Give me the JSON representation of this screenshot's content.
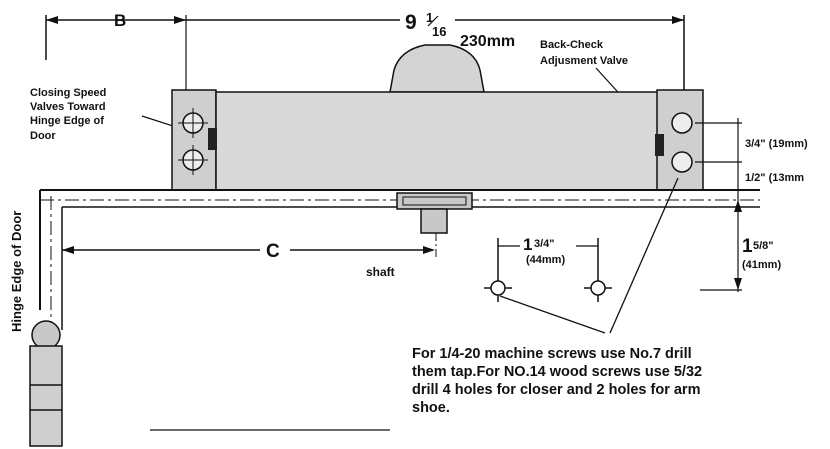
{
  "labels": {
    "dim_b": "B",
    "dim_c": "C",
    "dim_overall_whole": "9",
    "dim_overall_num": "1",
    "dim_overall_den": "16",
    "dim_overall_mm": "230mm",
    "back_check_line1": "Back-Check",
    "back_check_line2": "Adjusment Valve",
    "closing_speed_line1": "Closing Speed",
    "closing_speed_line2": "Valves Toward",
    "closing_speed_line3": "Hinge Edge of",
    "closing_speed_line4": "Door",
    "dim_three_quarter": "3/4\" (19mm)",
    "dim_half": "1/2\" (13mm",
    "dim_1_5_8_whole": "1",
    "dim_1_5_8_frac": "5/8\"",
    "dim_41mm": "(41mm)",
    "dim_1_3_4_whole": "1",
    "dim_1_3_4_frac": "3/4\"",
    "dim_44mm": "(44mm)",
    "shaft": "shaft",
    "hinge_edge": "Hinge Edge of Door"
  },
  "note": {
    "line1": "For 1/4-20 machine screws use No.7 drill",
    "line2": "them tap.For NO.14 wood screws use 5/32",
    "line3": "drill 4 holes for closer and 2 holes for arm",
    "line4": "shoe."
  },
  "colors": {
    "ink": "#111111",
    "body_fill": "#d9d9d9",
    "plate_fill": "#cfcfcf",
    "valve_fill": "#222222"
  }
}
